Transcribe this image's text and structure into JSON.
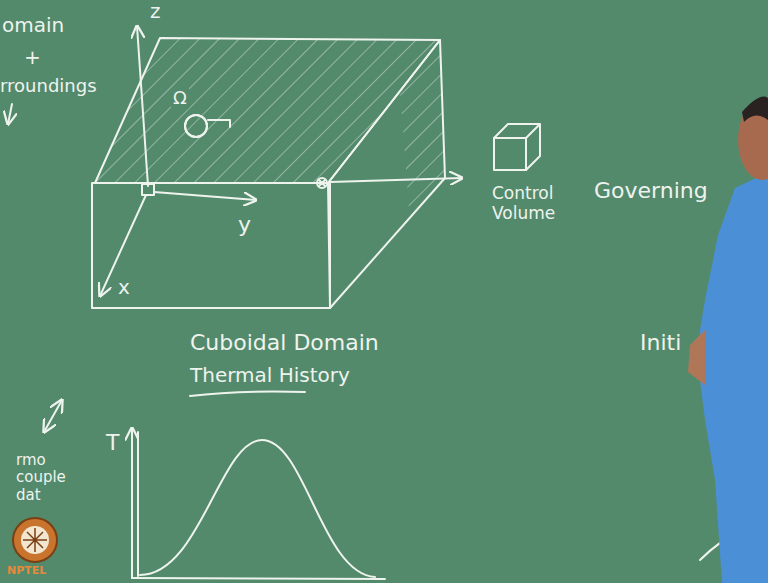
{
  "diagram": {
    "labels": [
      "omain",
      "+",
      "rroundings",
      "z",
      "y",
      "x",
      "Ω",
      "Control Volume",
      "Governing",
      "Cuboidal Domain",
      "Thermal History",
      "T",
      "rmo couple dat",
      "Initi",
      "NPTEL"
    ]
  }
}
